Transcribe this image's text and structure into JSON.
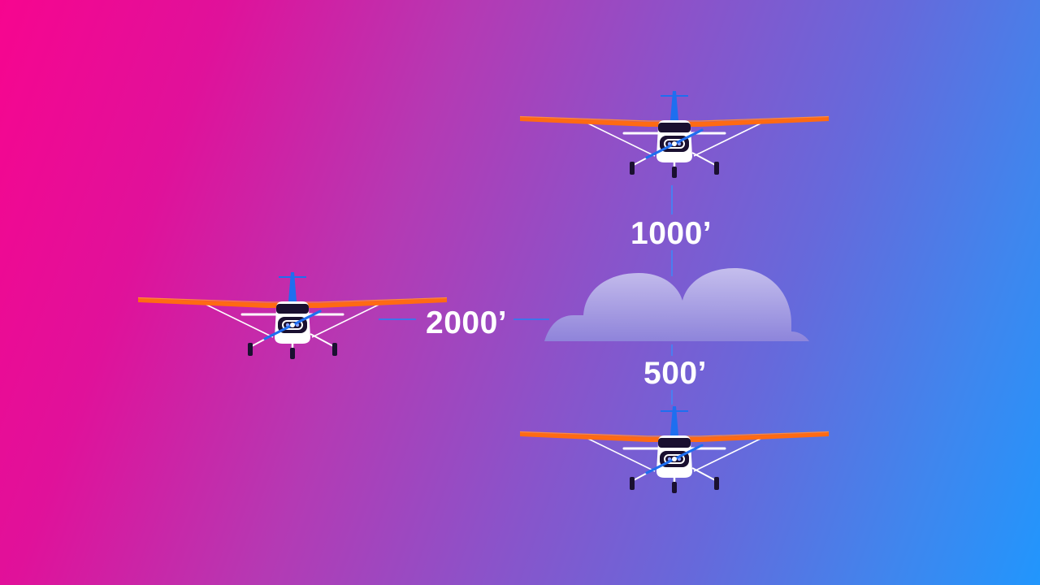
{
  "distances": {
    "horizontal": "2000’",
    "above": "1000’",
    "below": "500’"
  },
  "colors": {
    "background_left": "#f7058f",
    "background_right": "#2196fd",
    "wing": "#ff6a13",
    "tail_and_propeller": "#1e6ff0",
    "fuselage": "#ffffff",
    "windshield": "#1a1030",
    "guide_line": "#3f74ea",
    "cloud_top": "#c9c3ee",
    "cloud_bottom": "#8f86db"
  },
  "icons": [
    "plane-icon",
    "cloud-icon"
  ]
}
